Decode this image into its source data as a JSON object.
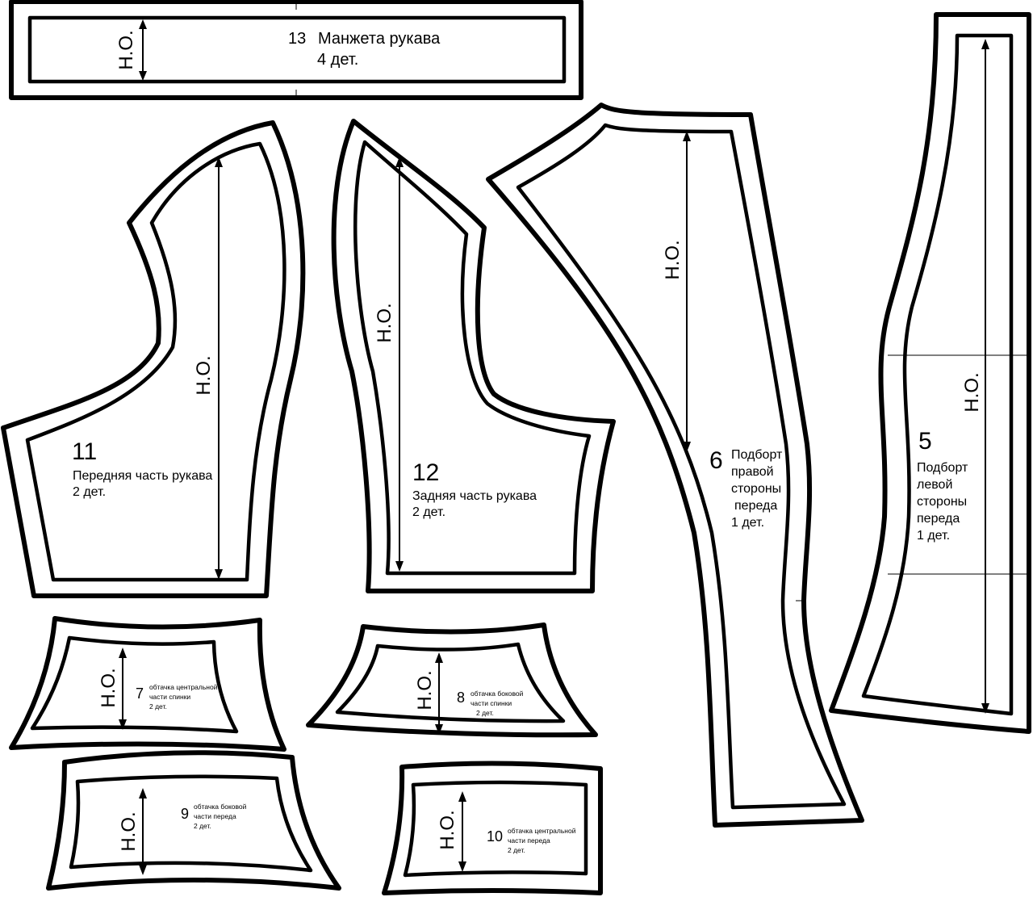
{
  "pieces": {
    "p13": {
      "number": "13",
      "name": "Манжета рукава",
      "count": "4 дет.",
      "grain": "Н.О."
    },
    "p11": {
      "number": "11",
      "name": "Передняя часть рукава",
      "count": "2 дет.",
      "grain": "Н.О."
    },
    "p12": {
      "number": "12",
      "name": "Задняя часть рукава",
      "count": "2 дет.",
      "grain": "Н.О."
    },
    "p6": {
      "number": "6",
      "line1": "Подборт",
      "line2": "правой",
      "line3": "стороны",
      "line4": "переда",
      "count": "1 дет.",
      "grain": "Н.О."
    },
    "p5": {
      "number": "5",
      "line1": "Подборт",
      "line2": "левой",
      "line3": "стороны",
      "line4": "переда",
      "count": "1 дет.",
      "grain": "Н.О."
    },
    "p7": {
      "number": "7",
      "line1": "обтачка центральной",
      "line2": "части спинки",
      "count": "2 дет.",
      "grain": "Н.О."
    },
    "p8": {
      "number": "8",
      "line1": "обтачка боковой",
      "line2": "части спинки",
      "count": "2 дет.",
      "grain": "Н.О."
    },
    "p9": {
      "number": "9",
      "line1": "обтачка боковой",
      "line2": "части переда",
      "count": "2 дет.",
      "grain": "Н.О."
    },
    "p10": {
      "number": "10",
      "line1": "обтачка центральной",
      "line2": "части переда",
      "count": "2 дет.",
      "grain": "Н.О."
    }
  },
  "colors": {
    "line": "#000000",
    "paper": "#ffffff"
  }
}
